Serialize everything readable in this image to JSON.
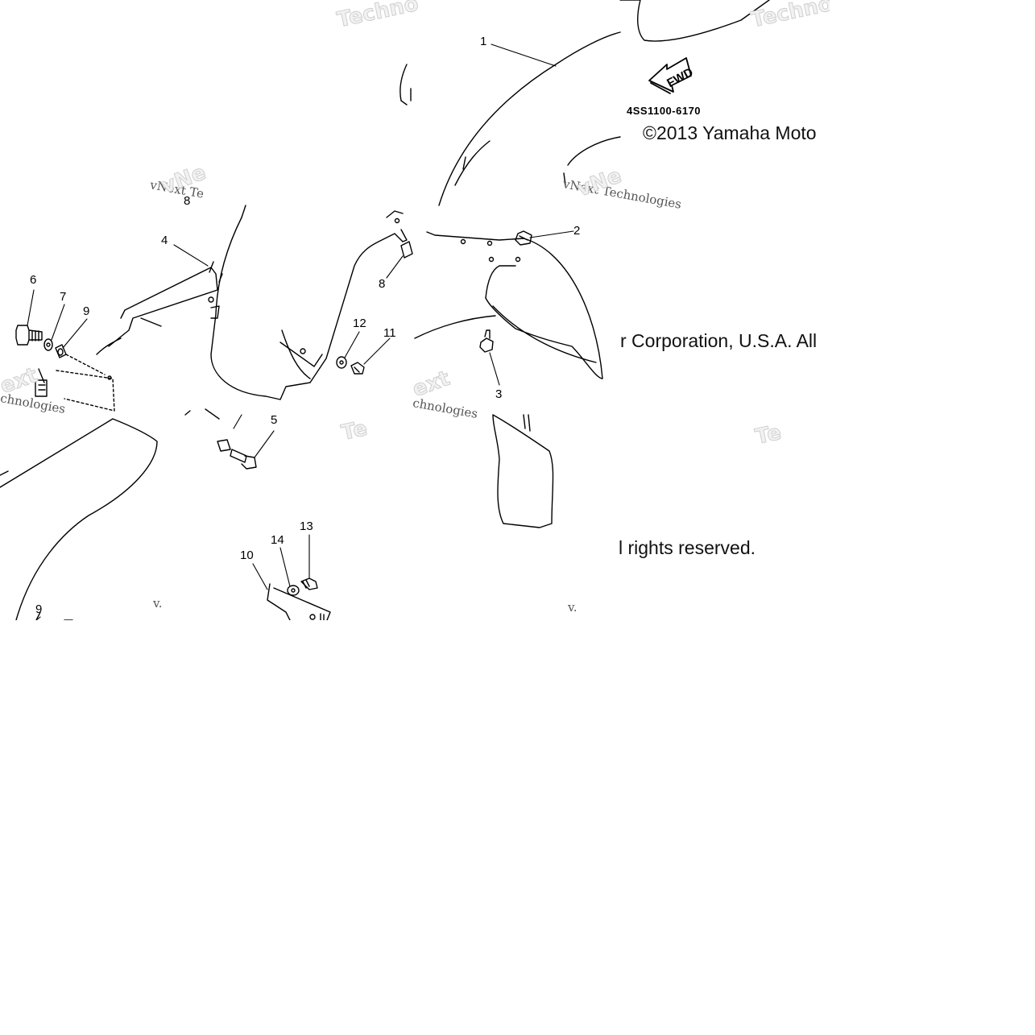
{
  "diagram": {
    "part_number": "4SS1100-6170",
    "fwd_label": "FWD",
    "copyright_lines": [
      "©2013 Yamaha Moto",
      "r Corporation, U.S.A. All",
      "l rights reserved."
    ],
    "callouts": [
      "1",
      "2",
      "3",
      "4",
      "5",
      "6",
      "7",
      "8",
      "8",
      "9",
      "9",
      "10",
      "11",
      "12",
      "13",
      "14"
    ],
    "watermarks": {
      "techno": [
        "Techno",
        "Techno",
        "Te",
        "Te"
      ],
      "vnext": [
        "vNext Te",
        "vNext Technologies",
        "chnologies",
        "chnologies",
        "vNe",
        "vNe",
        "ext",
        "ext",
        "v.",
        "v."
      ]
    }
  }
}
